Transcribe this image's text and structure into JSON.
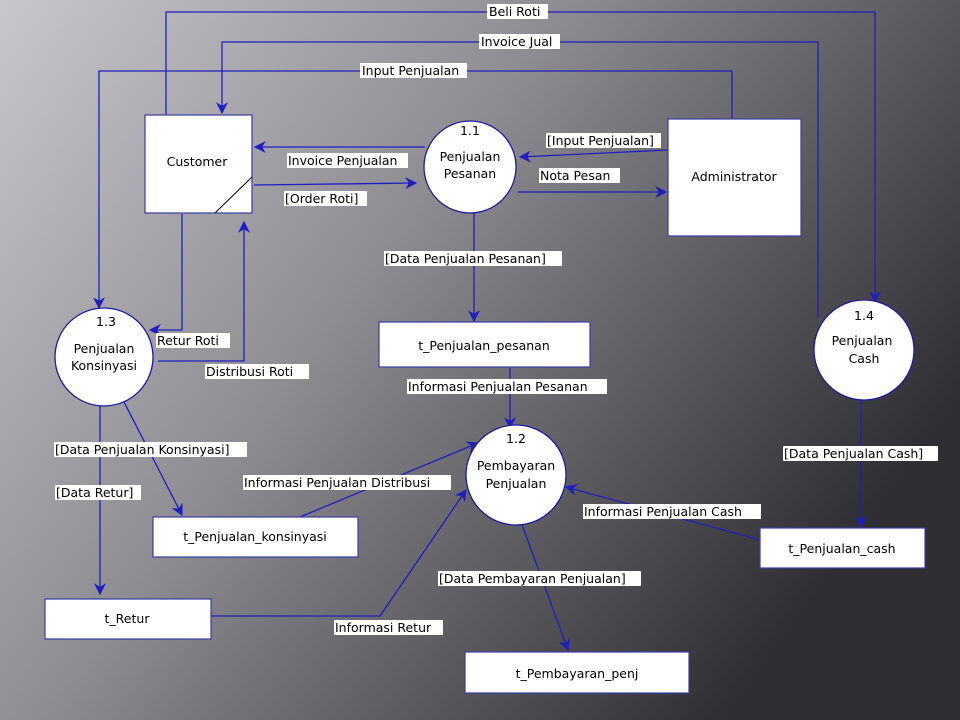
{
  "entities": {
    "customer": "Customer",
    "administrator": "Administrator"
  },
  "processes": {
    "p11": {
      "number": "1.1",
      "line1": "Penjualan",
      "line2": "Pesanan"
    },
    "p12": {
      "number": "1.2",
      "line1": "Pembayaran",
      "line2": "Penjualan"
    },
    "p13": {
      "number": "1.3",
      "line1": "Penjualan",
      "line2": "Konsinyasi"
    },
    "p14": {
      "number": "1.4",
      "line1": "Penjualan",
      "line2": "Cash"
    }
  },
  "stores": {
    "pesanan": "t_Penjualan_pesanan",
    "konsinyasi": "t_Penjualan_konsinyasi",
    "retur": "t_Retur",
    "cash": "t_Penjualan_cash",
    "pembayaran": "t_Pembayaran_penj"
  },
  "flows": {
    "beli_roti": "Beli Roti",
    "invoice_jual": "Invoice Jual",
    "input_penjualan": "Input Penjualan",
    "input_penjualan_bracket": "[Input Penjualan]",
    "invoice_penjualan": "Invoice Penjualan",
    "order_roti": "[Order Roti]",
    "nota_pesan": "Nota Pesan",
    "data_penjualan_pesanan": "[Data Penjualan Pesanan]",
    "informasi_penjualan_pesanan": "Informasi Penjualan Pesanan",
    "retur_roti": "Retur Roti",
    "distribusi_roti": "Distribusi Roti",
    "data_penjualan_konsinyasi": "[Data Penjualan Konsinyasi]",
    "data_retur": "[Data Retur]",
    "informasi_penjualan_distribusi": "Informasi Penjualan Distribusi",
    "informasi_penjualan_cash": "Informasi Penjualan Cash",
    "data_penjualan_cash": "[Data Penjualan Cash]",
    "data_pembayaran_penjualan": "[Data Pembayaran Penjualan]",
    "informasi_retur": "Informasi Retur"
  },
  "colors": {
    "flow_line": "#1f1fc0",
    "background_light": "#c8c7cc",
    "background_dark": "#2f2f33"
  }
}
